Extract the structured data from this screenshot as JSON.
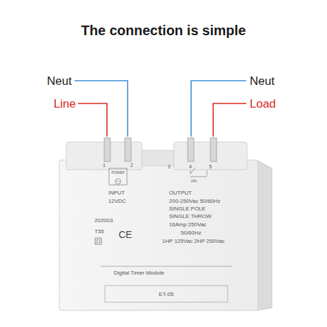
{
  "diagram": {
    "title": "The connection is simple",
    "labels": [
      "Neut",
      "Line",
      "Neut",
      "Load",
      "1",
      "POWER",
      "2",
      "3",
      "4",
      "16A",
      "5",
      "INPUT",
      "12VDC",
      "OUTPUT",
      "200-250Vac 50/60Hz",
      "SINGLE POLE",
      "SINGLE THROW",
      "16Amp 250Vac",
      "50/60Hz",
      "1HP 125Vac 2HP 250Vac",
      "202003",
      "T55",
      "CE",
      "Digital Timer Module",
      "ET-05"
    ]
  }
}
